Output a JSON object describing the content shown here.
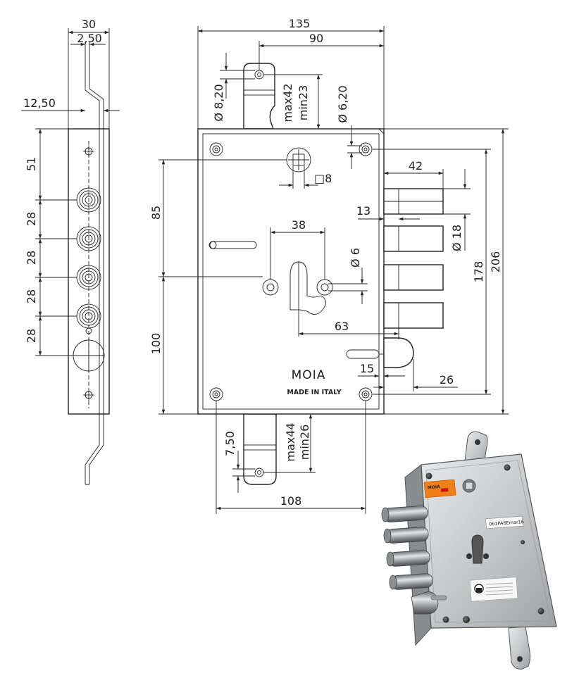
{
  "dimensions": {
    "side_width": "30",
    "side_offset": "2,50",
    "side_bend": "12,50",
    "side_first": "51",
    "side_pitch_1": "28",
    "side_pitch_2": "28",
    "side_pitch_3": "28",
    "side_pitch_4": "28",
    "total_width": "135",
    "top_strike_offset": "90",
    "top_hole": "8,20",
    "top_max": "max42",
    "top_min": "min23",
    "corner_hole": "6,20",
    "bolt_length": "42",
    "square": "8",
    "bolt_gap": "13",
    "bolt_dia": "18",
    "height_inner": "178",
    "height_total": "206",
    "upper_height": "85",
    "lower_height": "100",
    "cyl_spacing": "38",
    "cyl_hole": "6",
    "backset": "63",
    "latch_offset": "15",
    "latch_width": "26",
    "bottom_hole": "7,50",
    "bottom_max": "max44",
    "bottom_min": "min26",
    "bottom_width": "108"
  },
  "symbols": {
    "diameter": "Ø",
    "square": "□"
  },
  "brand": {
    "name": "MOIA",
    "tagline": "MADE IN ITALY"
  },
  "photo_label": {
    "brand": "MOIA",
    "code": "061PA6Emar16"
  }
}
